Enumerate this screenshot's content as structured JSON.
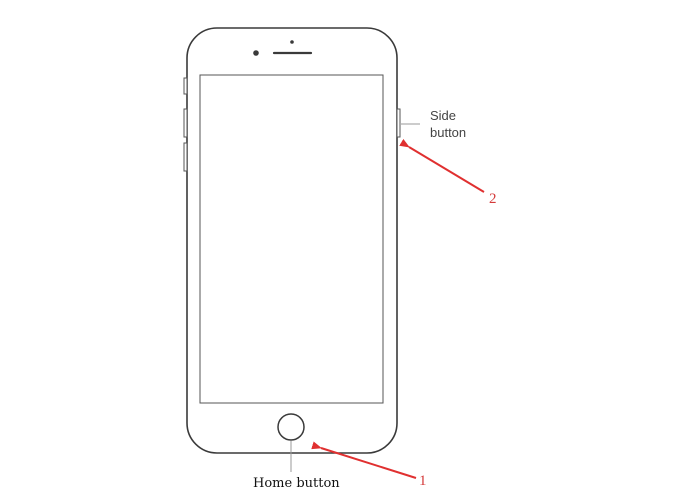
{
  "labels": {
    "side_line1": "Side",
    "side_line2": "button",
    "home": "Home button",
    "marker_1": "1",
    "marker_2": "2"
  },
  "colors": {
    "outline": "#3a3a3a",
    "arrow": "#e03030",
    "marker_text": "#d43a3a"
  }
}
